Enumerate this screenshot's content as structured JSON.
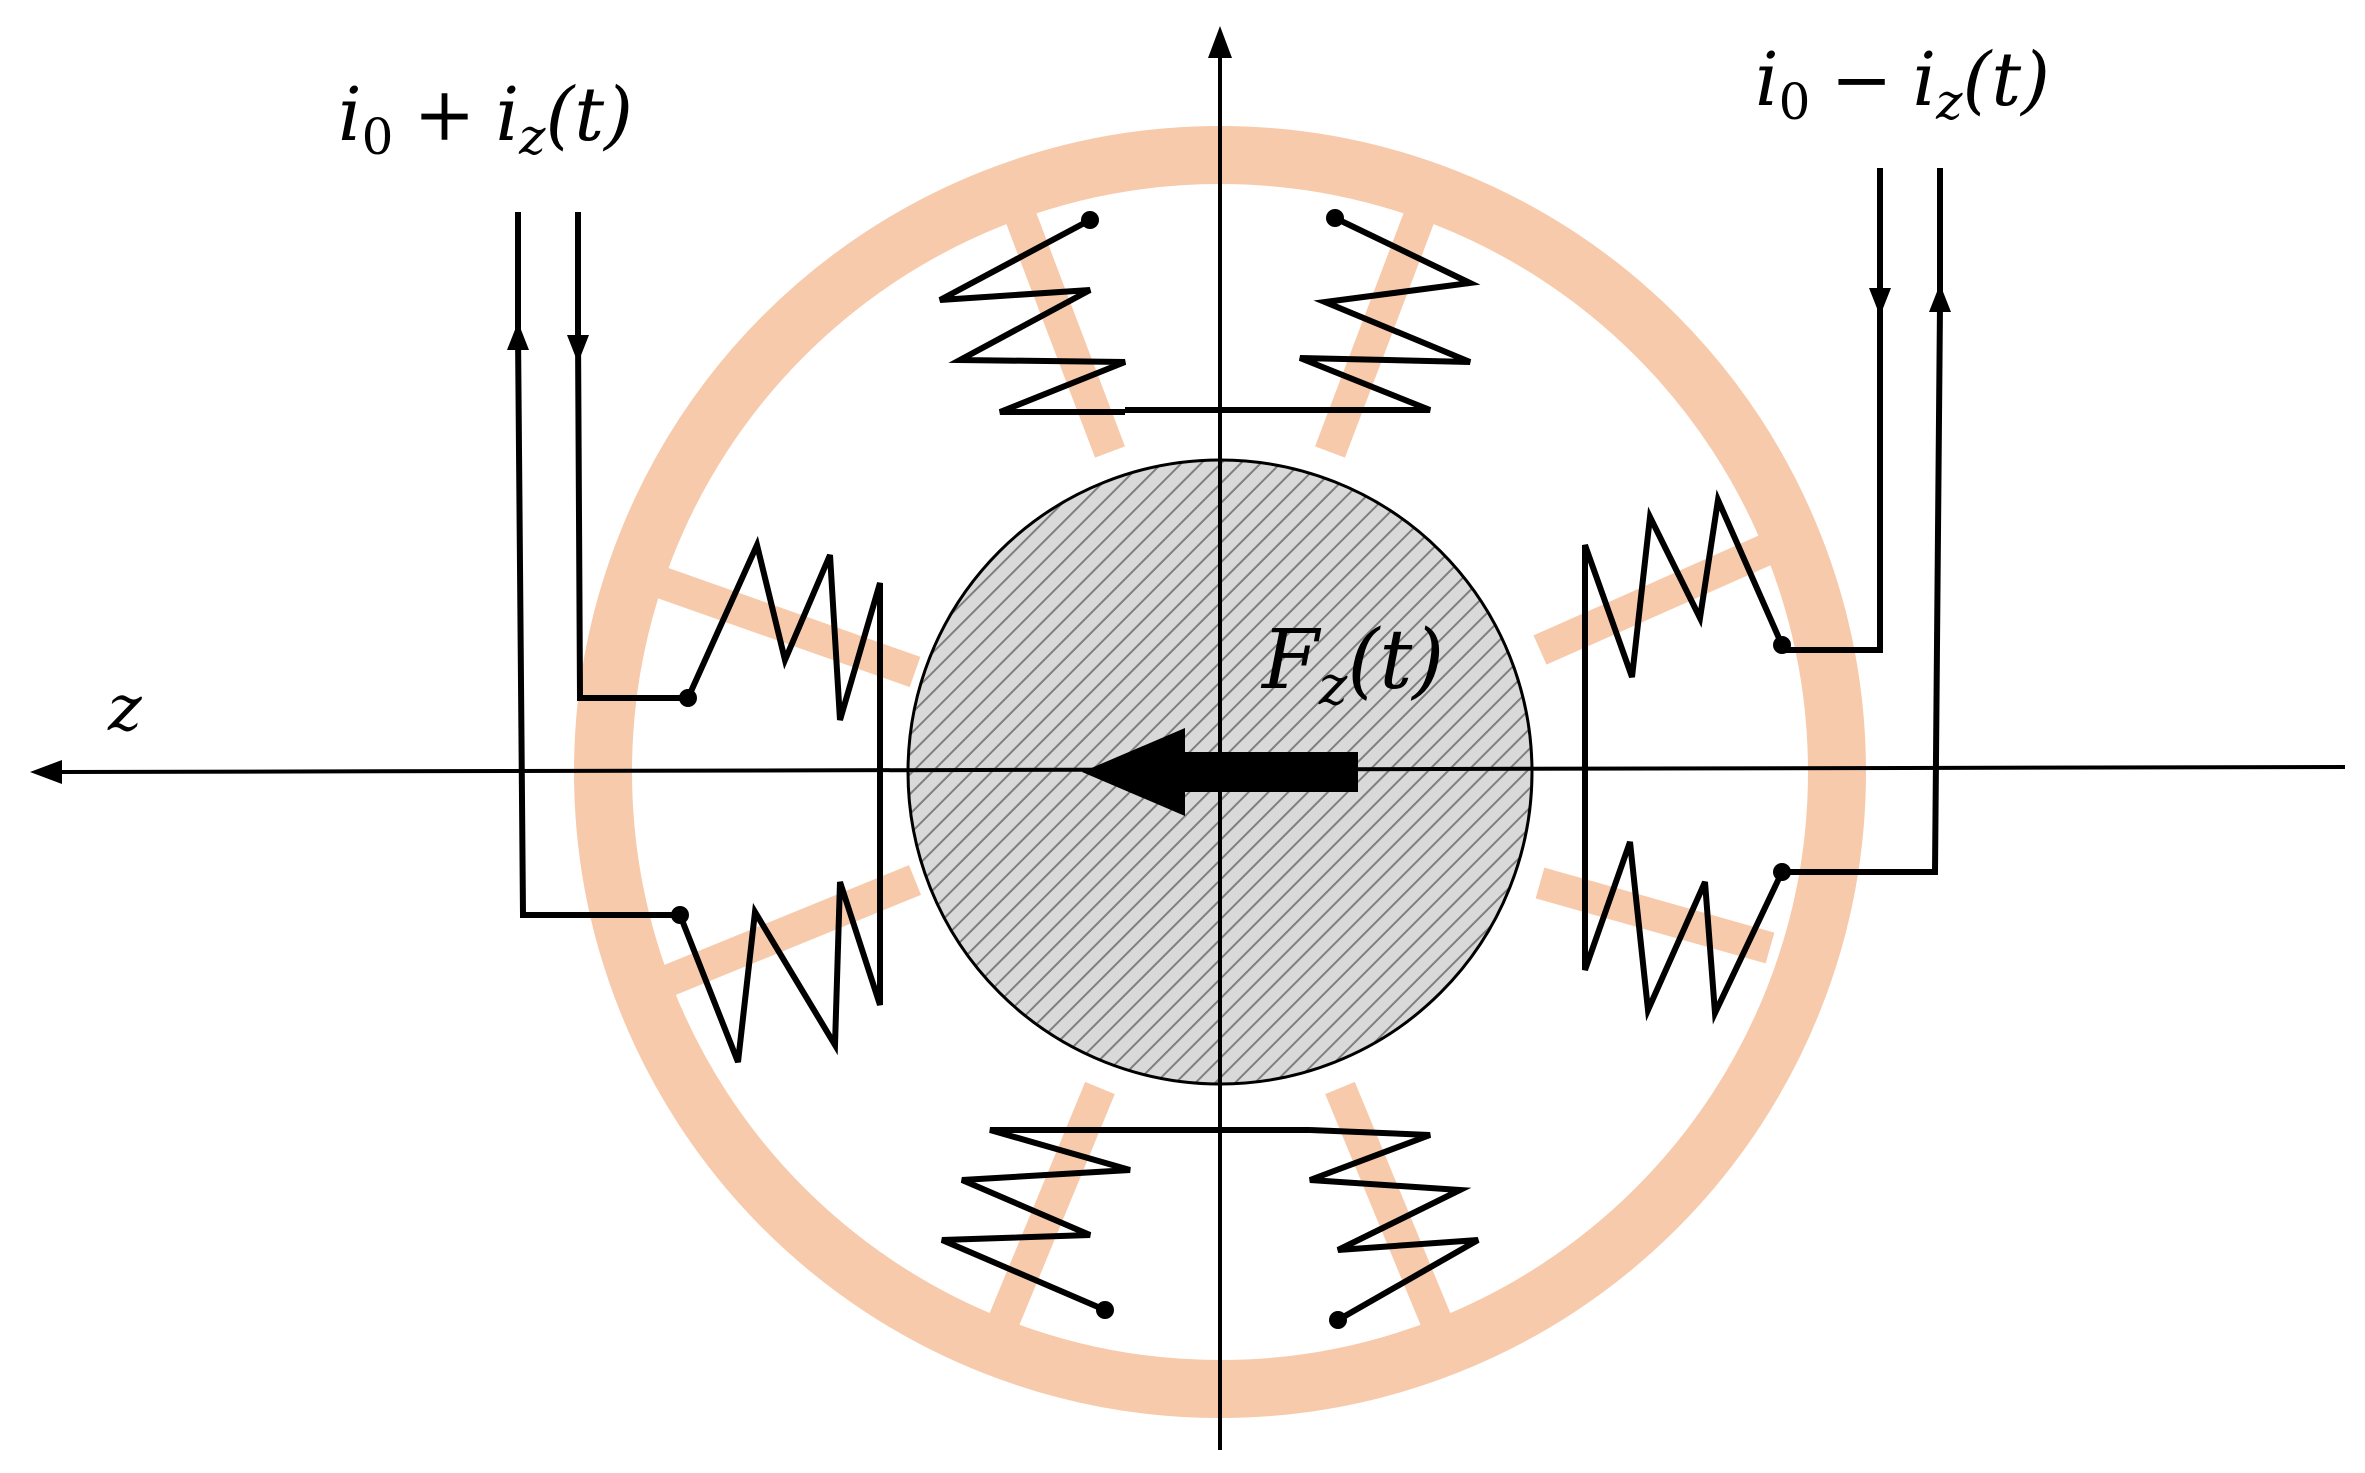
{
  "colors": {
    "stator": "#f7caab",
    "rotor_fill": "#d9d9d9",
    "rotor_hatch": "#7f7f7f",
    "line": "#000000",
    "background": "#ffffff"
  },
  "labels": {
    "current_left": {
      "base": "i",
      "base_sub": "0",
      "op": "+",
      "var": "i",
      "var_sub": "z",
      "arg": "(t)"
    },
    "current_right": {
      "base": "i",
      "base_sub": "0",
      "op": "−",
      "var": "i",
      "var_sub": "z",
      "arg": "(t)"
    },
    "force": {
      "var": "F",
      "var_sub": "z",
      "arg": "(t)"
    },
    "axis_z": "z"
  }
}
